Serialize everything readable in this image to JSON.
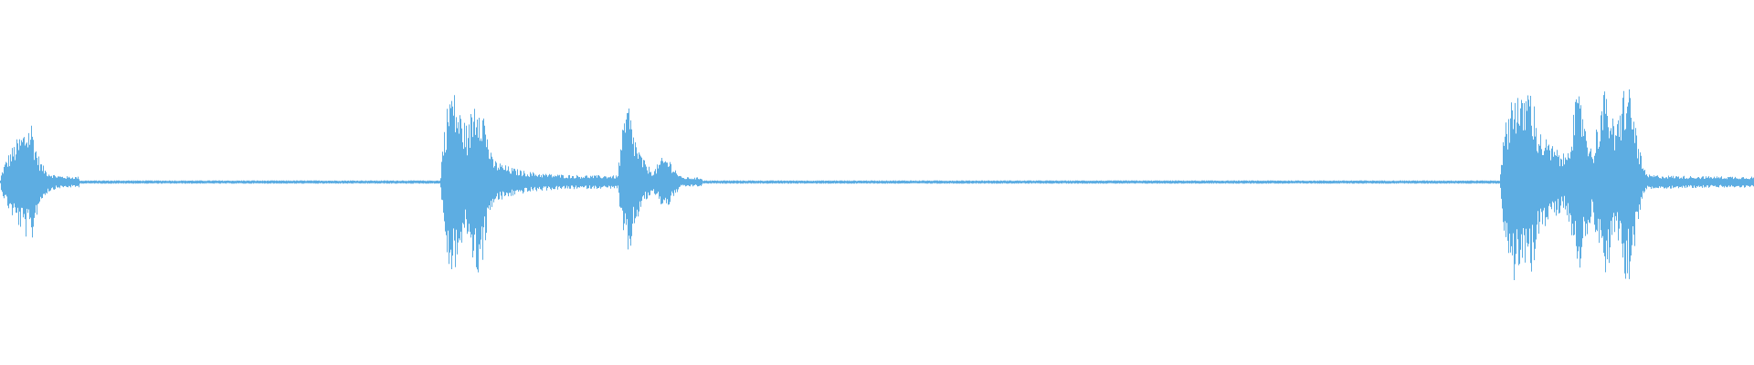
{
  "waveform": {
    "color": "#5dade2",
    "background": "#ffffff",
    "duration_fraction_note_free": true,
    "bursts": [
      {
        "start": 0.0,
        "peak": 0.018,
        "end": 0.045,
        "peak_level": 0.62,
        "tail_level": 0.05,
        "subpeaks": []
      },
      {
        "start": 0.251,
        "peak": 0.257,
        "end": 0.355,
        "peak_level": 1.0,
        "tail_level": 0.06,
        "subpeaks": [
          {
            "pos": 0.272,
            "level": 0.92
          }
        ]
      },
      {
        "start": 0.352,
        "peak": 0.358,
        "end": 0.4,
        "peak_level": 0.82,
        "tail_level": 0.04,
        "subpeaks": [
          {
            "pos": 0.379,
            "level": 0.25
          }
        ]
      },
      {
        "start": 0.855,
        "peak": 0.863,
        "end": 1.0,
        "peak_level": 1.0,
        "tail_level": 0.05,
        "subpeaks": [
          {
            "pos": 0.871,
            "level": 0.98
          },
          {
            "pos": 0.9,
            "level": 0.85
          },
          {
            "pos": 0.915,
            "level": 0.9
          },
          {
            "pos": 0.927,
            "level": 1.0
          }
        ]
      }
    ],
    "baseline_level": 0.012
  }
}
